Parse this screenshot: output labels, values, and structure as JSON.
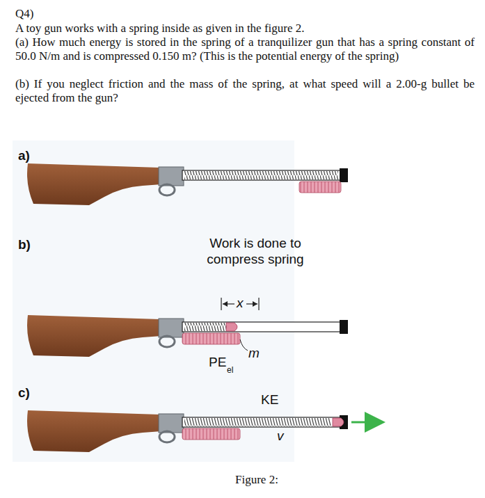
{
  "diagram": {
    "title": "Q4)",
    "caption": "Figure 2:",
    "labels": [
      "A toy gun works with a spring inside as given in the figure 2.",
      "(a) How much energy is stored in the spring of a tranquilizer gun that has a spring constant of 50.0 N/m and is compressed 0.150 m? (This is the potential energy of the spring)",
      "(b) If you neglect friction and the mass of the spring, at what speed will a 2.00-g bullet be ejected from the gun?",
      "a)",
      "b)",
      "Work is done to compress spring",
      "x",
      "m",
      "PE",
      "el",
      "c)",
      "KE",
      "v"
    ]
  }
}
